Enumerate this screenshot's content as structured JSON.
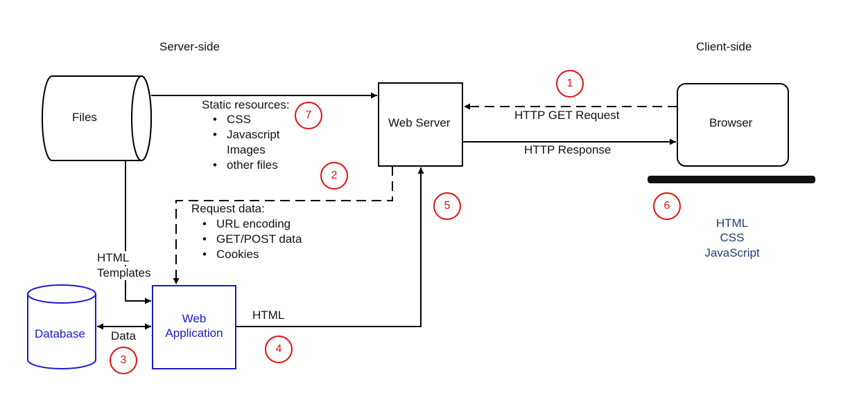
{
  "sections": {
    "server_side": "Server-side",
    "client_side": "Client-side"
  },
  "nodes": {
    "files": "Files",
    "web_server": "Web Server",
    "browser": "Browser",
    "web_application": [
      "Web",
      "Application"
    ],
    "database": "Database"
  },
  "edge_labels": {
    "http_get_request": "HTTP GET Request",
    "http_response": "HTTP Response",
    "html": "HTML",
    "data": "Data",
    "html_templates": [
      "HTML",
      "Templates"
    ]
  },
  "static_resources": {
    "title": "Static resources:",
    "items": [
      {
        "text": "CSS",
        "bullet": true
      },
      {
        "text": "Javascript",
        "bullet": true
      },
      {
        "text": "Images",
        "bullet": false
      },
      {
        "text": "other files",
        "bullet": true
      }
    ]
  },
  "request_data": {
    "title": "Request data:",
    "items": [
      "URL encoding",
      "GET/POST data",
      "Cookies"
    ]
  },
  "client_technologies": [
    "HTML",
    "CSS",
    "JavaScript"
  ],
  "steps": [
    "1",
    "2",
    "3",
    "4",
    "5",
    "6",
    "7"
  ],
  "colors": {
    "step": "#e01010",
    "web_app": "#1a1acc",
    "client_tech": "#1f3f77",
    "line": "#000000"
  }
}
